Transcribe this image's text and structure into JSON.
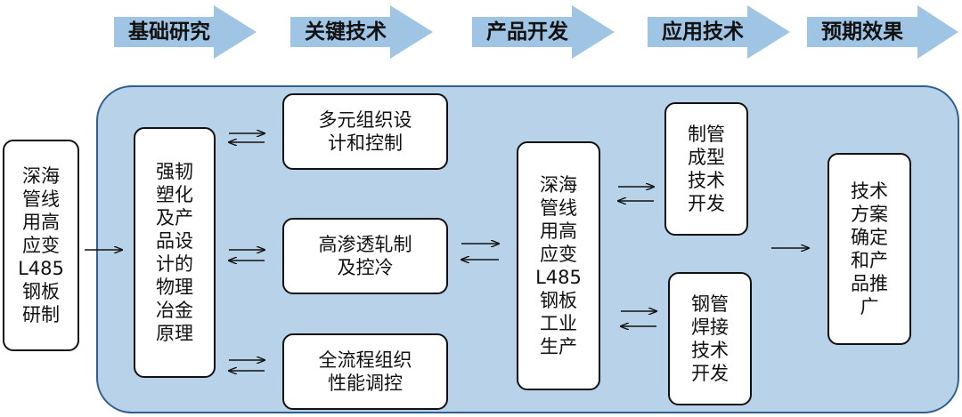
{
  "stages": [
    {
      "label": "基础研究"
    },
    {
      "label": "关键技术"
    },
    {
      "label": "产品开发"
    },
    {
      "label": "应用技术"
    },
    {
      "label": "预期效果"
    }
  ],
  "colors": {
    "stage_arrow": "#9fc4e4",
    "panel_fill": "#b8d2ea",
    "panel_border": "#2f5f8f",
    "box_border": "#111111"
  },
  "nodes": {
    "origin": "深海\n管线\n用高\n应变\nL485\n钢板\n研制",
    "principle": "强韧\n塑化\n及产\n品设\n计的\n物理\n冶金\n原理",
    "tech_multi_structure": "多元组织设\n计和控制",
    "tech_high_permeability": "高渗透轧制\n及控冷",
    "tech_full_process": "全流程组织\n性能调控",
    "production": "深海\n管线\n用高\n应变\nL485\n钢板\n工业\n生产",
    "app_pipe_forming": "制管\n成型\n技术\n开发",
    "app_pipe_welding": "钢管\n焊接\n技术\n开发",
    "result": "技术\n方案\n确定\n和产\n品推\n广"
  }
}
